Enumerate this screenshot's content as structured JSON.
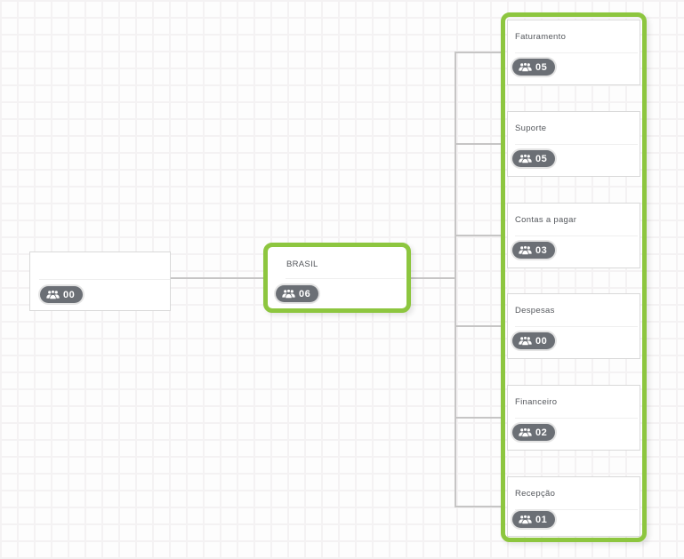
{
  "chart_data": {
    "type": "table",
    "title": "Organization chart",
    "categories": [
      "(root)",
      "BRASIL",
      "Faturamento",
      "Suporte",
      "Contas a pagar",
      "Despesas",
      "Financeiro",
      "Recepção"
    ],
    "values": [
      0,
      6,
      5,
      5,
      3,
      0,
      2,
      1
    ]
  },
  "nodes": {
    "root": {
      "label": "",
      "count": "00"
    },
    "brasil": {
      "label": "BRASIL",
      "count": "06"
    },
    "children": [
      {
        "label": "Faturamento",
        "count": "05"
      },
      {
        "label": "Suporte",
        "count": "05"
      },
      {
        "label": "Contas a pagar",
        "count": "03"
      },
      {
        "label": "Despesas",
        "count": "00"
      },
      {
        "label": "Financeiro",
        "count": "02"
      },
      {
        "label": "Recepção",
        "count": "01"
      }
    ]
  },
  "icons": {
    "badge_icon": "users-icon"
  },
  "colors": {
    "highlight_green": "#8dc63f",
    "badge_background": "#6b6f75",
    "badge_text": "#ffffff",
    "connector_gray": "#c6c5c5",
    "card_border": "#d9d9d9",
    "title_text": "#54575c",
    "grid_line": "#f4f2f3"
  }
}
